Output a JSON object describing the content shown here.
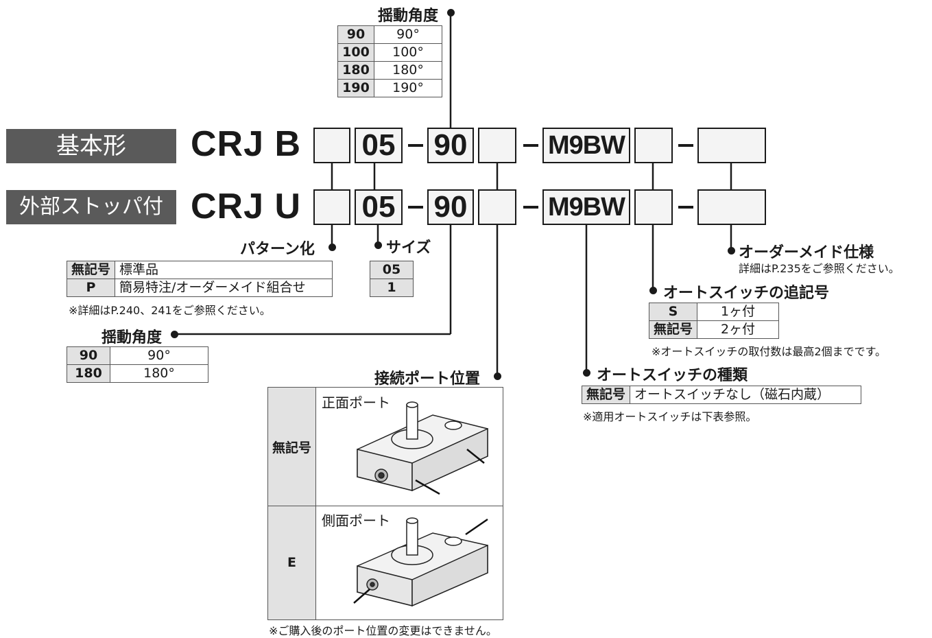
{
  "rows": {
    "basic": {
      "tag": "基本形",
      "model": "CRJ B",
      "size": "05",
      "angle": "90",
      "switch": "M9BW"
    },
    "stopper": {
      "tag": "外部ストッパ付",
      "model": "CRJ U",
      "size": "05",
      "angle": "90",
      "switch": "M9BW"
    }
  },
  "angle_top": {
    "title": "揺動角度",
    "rows": [
      {
        "code": "90",
        "value": "90°"
      },
      {
        "code": "100",
        "value": "100°"
      },
      {
        "code": "180",
        "value": "180°"
      },
      {
        "code": "190",
        "value": "190°"
      }
    ]
  },
  "pattern": {
    "title": "パターン化",
    "rows": [
      {
        "code": "無記号",
        "value": "標準品"
      },
      {
        "code": "P",
        "value": "簡易特注/オーダーメイド組合せ"
      }
    ],
    "note": "※詳細はP.240、241をご参照ください。"
  },
  "size": {
    "title": "サイズ",
    "rows": [
      "05",
      "1"
    ]
  },
  "angle_stopper": {
    "title": "揺動角度",
    "rows": [
      {
        "code": "90",
        "value": "90°"
      },
      {
        "code": "180",
        "value": "180°"
      }
    ]
  },
  "port": {
    "title": "接続ポート位置",
    "rows": [
      {
        "code": "無記号",
        "label": "正面ポート"
      },
      {
        "code": "E",
        "label": "側面ポート"
      }
    ],
    "note": "※ご購入後のポート位置の変更はできません。"
  },
  "made_to_order": {
    "title": "オーダーメイド仕様",
    "note": "詳細はP.235をご参照ください。"
  },
  "switch_suffix": {
    "title": "オートスイッチの追記号",
    "rows": [
      {
        "code": "S",
        "value": "1ヶ付"
      },
      {
        "code": "無記号",
        "value": "2ヶ付"
      }
    ],
    "note": "※オートスイッチの取付数は最高2個までです。"
  },
  "switch_type": {
    "title": "オートスイッチの種類",
    "rows": [
      {
        "code": "無記号",
        "value": "オートスイッチなし（磁石内蔵）"
      }
    ],
    "note": "※適用オートスイッチは下表参照。"
  }
}
